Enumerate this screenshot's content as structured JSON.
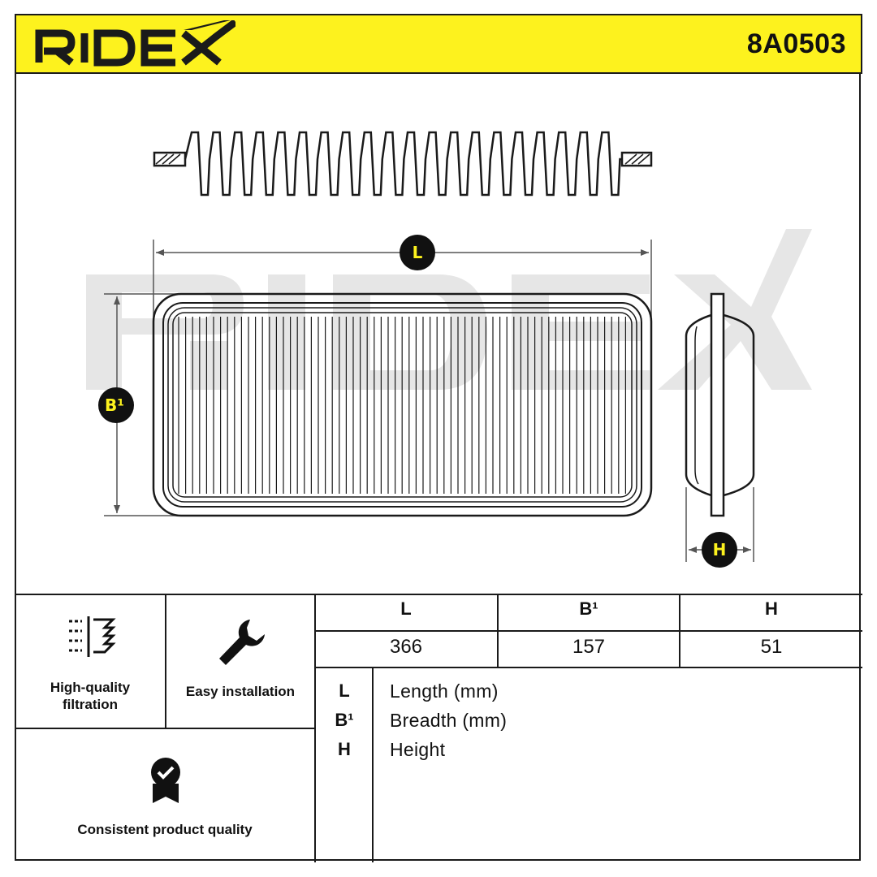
{
  "header": {
    "brand": "RIDEX",
    "part_number": "8A0503",
    "background_color": "#fdf21e"
  },
  "drawing": {
    "dimension_markers": {
      "length": "L",
      "breadth": "B¹",
      "height": "H"
    },
    "watermark": "RIDEX"
  },
  "features": [
    {
      "icon": "filtration-icon",
      "label_line1": "High-quality",
      "label_line2": "filtration"
    },
    {
      "icon": "wrench-icon",
      "label": "Easy installation"
    },
    {
      "icon": "quality-badge-icon",
      "label": "Consistent product quality"
    }
  ],
  "specs": {
    "headers": [
      "L",
      "B¹",
      "H"
    ],
    "values": [
      "366",
      "157",
      "51"
    ]
  },
  "legend": [
    {
      "key": "L",
      "text": "Length (mm)"
    },
    {
      "key": "B¹",
      "text": "Breadth (mm)"
    },
    {
      "key": "H",
      "text": "Height"
    }
  ]
}
